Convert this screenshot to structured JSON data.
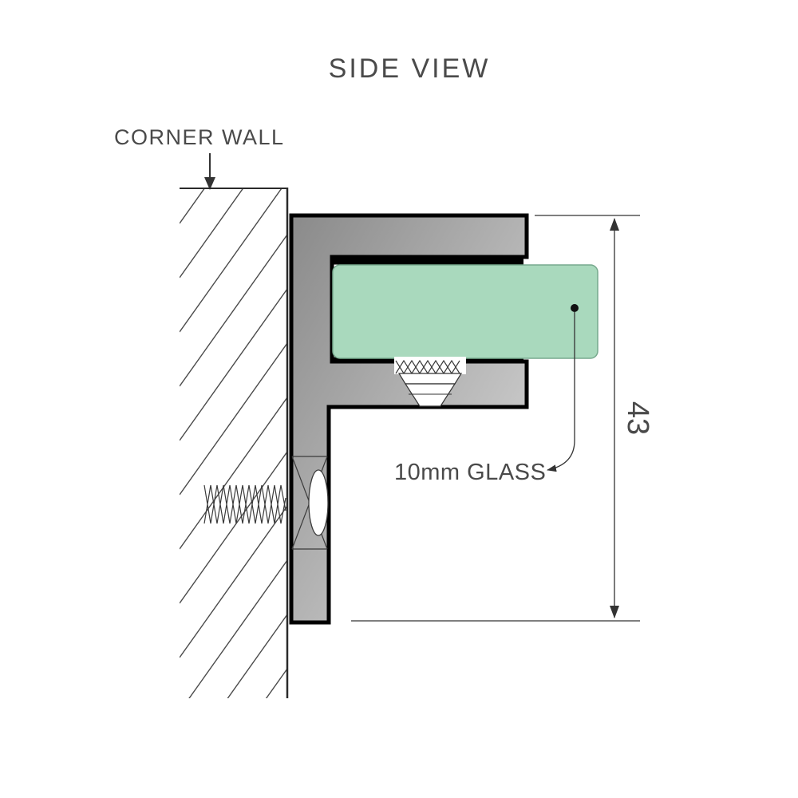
{
  "diagram": {
    "title": "SIDE VIEW",
    "wall_label": "CORNER WALL",
    "glass_label": "10mm GLASS",
    "dimension": {
      "value": "43"
    },
    "icons": {
      "wall_pointer": "down-arrow",
      "glass_leader": "curved-arrow",
      "dimension_line": "double-headed-arrow"
    },
    "colors": {
      "glass_fill": "#a9d9bd",
      "glass_stroke": "#77a98d",
      "metal_dark": "#8a8a8a",
      "metal_light": "#dcdcdc",
      "outline": "#000000",
      "line": "#333333",
      "text": "#4a4a4a"
    }
  }
}
